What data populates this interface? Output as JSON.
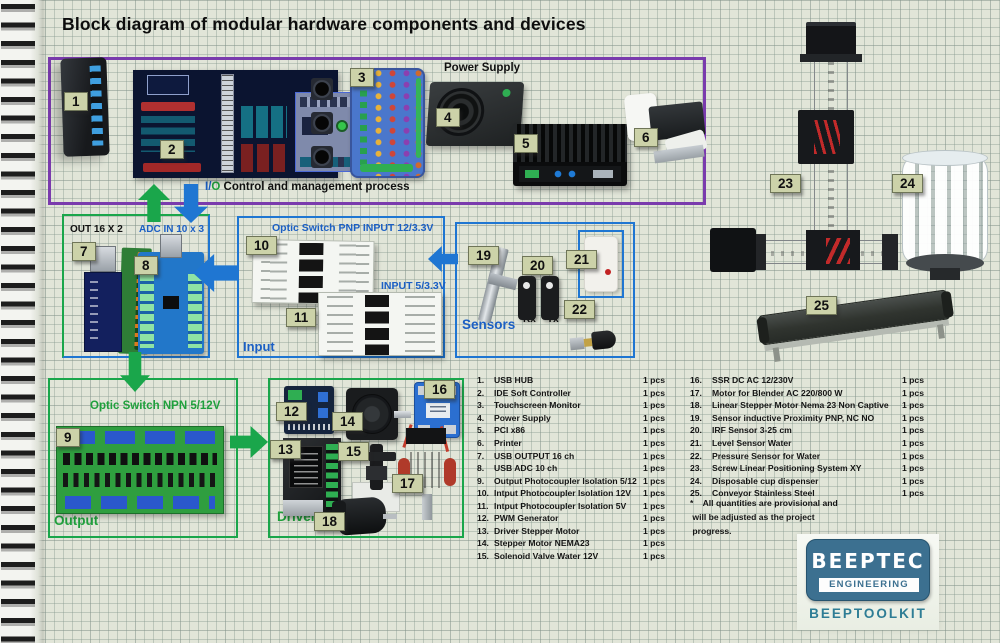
{
  "title": "Block diagram of modular hardware components and devices",
  "colors": {
    "purple": "#7a3bad",
    "blue": "#1f76d2",
    "green": "#1aa64b",
    "blue_text": "#1b5fc4",
    "green_text": "#1fa03c",
    "logo_teal": "#3c7090"
  },
  "top_section": {
    "power_supply_label": "Power Supply",
    "caption_i": "I/",
    "caption_o": "O",
    "caption_rest": " Control and management process"
  },
  "out_adc_box": {
    "out_label": "OUT 16 X 2",
    "adc_label": "ADC IN 10 x 3"
  },
  "input_box": {
    "title": "Optic Switch PNP INPUT 12/3.3V",
    "sub_label": "INPUT 5/3.3V",
    "caption": "Input"
  },
  "sensors_box": {
    "caption": "Sensors",
    "rx": "Rx",
    "tx": "Tx"
  },
  "output_box": {
    "title": "Optic Switch NPN 5/12V",
    "caption": "Output"
  },
  "drivers_box": {
    "caption": "Drivers"
  },
  "badges": {
    "b1": "1",
    "b2": "2",
    "b3": "3",
    "b4": "4",
    "b5": "5",
    "b6": "6",
    "b7": "7",
    "b8": "8",
    "b9": "9",
    "b10": "10",
    "b11": "11",
    "b12": "12",
    "b13": "13",
    "b14": "14",
    "b15": "15",
    "b16": "16",
    "b17": "17",
    "b18": "18",
    "b19": "19",
    "b20": "20",
    "b21": "21",
    "b22": "22",
    "b23": "23",
    "b24": "24",
    "b25": "25"
  },
  "legend": {
    "left": [
      {
        "num": "1.",
        "label": "USB HUB",
        "qty": "1 pcs"
      },
      {
        "num": "2.",
        "label": "IDE Soft Controller",
        "qty": "1 pcs"
      },
      {
        "num": "3.",
        "label": "Touchscreen Monitor",
        "qty": "1 pcs"
      },
      {
        "num": "4.",
        "label": "Power Supply",
        "qty": "1 pcs"
      },
      {
        "num": "5.",
        "label": "PCI x86",
        "qty": "1 pcs"
      },
      {
        "num": "6.",
        "label": "Printer",
        "qty": "1 pcs"
      },
      {
        "num": "7.",
        "label": "USB OUTPUT 16 ch",
        "qty": "1 pcs"
      },
      {
        "num": "8.",
        "label": "USB ADC 10 ch",
        "qty": "1 pcs"
      },
      {
        "num": "9.",
        "label": "Output Photocoupler Isolation 5/12",
        "qty": "1 pcs"
      },
      {
        "num": "10.",
        "label": "Intput Photocoupler Isolation 12V",
        "qty": "1 pcs"
      },
      {
        "num": "11.",
        "label": "Intput Photocoupler Isolation  5V",
        "qty": "1 pcs"
      },
      {
        "num": "12.",
        "label": "PWM Generator",
        "qty": "1 pcs"
      },
      {
        "num": "13.",
        "label": "Driver Stepper Motor",
        "qty": "1 pcs"
      },
      {
        "num": "14.",
        "label": "Stepper Motor NEMA23",
        "qty": "1 pcs"
      },
      {
        "num": "15.",
        "label": "Solenoid Valve Water 12V",
        "qty": "1 pcs"
      }
    ],
    "right": [
      {
        "num": "16.",
        "label": "SSR DC AC 12/230V",
        "qty": "1 pcs"
      },
      {
        "num": "17.",
        "label": "Motor for Blender AC 220/800 W",
        "qty": "1 pcs"
      },
      {
        "num": "18.",
        "label": "Linear Stepper Motor Nema 23 Non Captive",
        "qty": "1 pcs"
      },
      {
        "num": "19.",
        "label": "Sensor inductive Proximity PNP, NC NO",
        "qty": "1 pcs"
      },
      {
        "num": "20.",
        "label": "IRF Sensor 3-25 cm",
        "qty": "1 pcs"
      },
      {
        "num": "21.",
        "label": "Level Sensor Water",
        "qty": "1 pcs"
      },
      {
        "num": "22.",
        "label": "Pressure Sensor for Water",
        "qty": "1 pcs"
      },
      {
        "num": "23.",
        "label": "Screw Linear Positioning System XY",
        "qty": "1 pcs"
      },
      {
        "num": "24.",
        "label": "Disposable cup dispenser",
        "qty": "1 pcs"
      },
      {
        "num": "25.",
        "label": "Conveyor Stainless Steel",
        "qty": "1 pcs"
      }
    ],
    "note_lines": [
      "*    All quantities are provisional and",
      " will be adjusted as the project",
      " progress."
    ]
  },
  "logo": {
    "name": "BEEPTEC",
    "sub": "ENGINEERING",
    "product": "BEEPTOOLKIT"
  }
}
